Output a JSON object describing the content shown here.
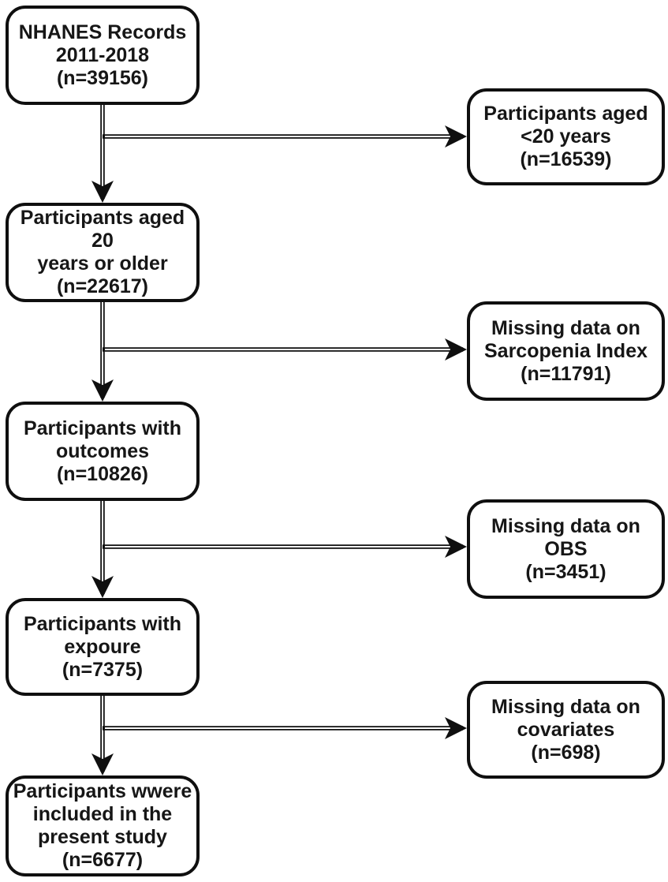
{
  "figure": {
    "type": "participant-selection-flowchart",
    "colors": {
      "background": "#ffffff",
      "box_fill": "#ffffff",
      "box_border": "#0f0f0f",
      "line": "#0f0f0f",
      "text": "#161616"
    }
  },
  "flow": {
    "main_path": [
      {
        "id": "nhanes-records",
        "text": "NHANES Records\n2011-2018\n(n=39156)"
      },
      {
        "id": "aged-20-or-older",
        "text": "Participants aged 20\nyears or older\n(n=22617)"
      },
      {
        "id": "with-outcomes",
        "text": "Participants with\noutcomes\n(n=10826)"
      },
      {
        "id": "with-exposure",
        "text": "Participants with\nexpoure\n(n=7375)"
      },
      {
        "id": "included-in-study",
        "text": "Participants wwere\nincluded in the\npresent study\n(n=6677)"
      }
    ],
    "exclusions": [
      {
        "id": "aged-under-20",
        "text": "Participants aged\n<20 years\n(n=16539)"
      },
      {
        "id": "missing-sarcopenia",
        "text": "Missing data on\nSarcopenia Index\n(n=11791)"
      },
      {
        "id": "missing-obs",
        "text": "Missing data on\nOBS\n(n=3451)"
      },
      {
        "id": "missing-covariates",
        "text": "Missing data on\ncovariates\n(n=698)"
      }
    ]
  }
}
